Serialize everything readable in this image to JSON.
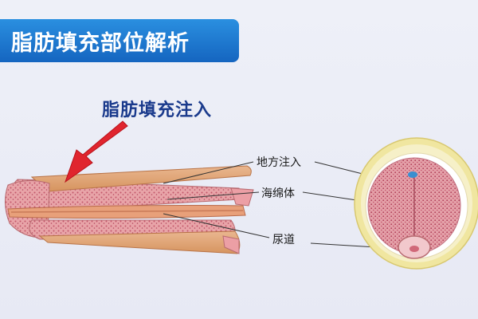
{
  "title": "脂肪填充部位解析",
  "subtitle": "脂肪填充注入",
  "labels": {
    "injection_site": "地方注入",
    "corpus_cavernosum": "海绵体",
    "urethra": "尿道"
  },
  "colors": {
    "title_bg": "#1f7ad6",
    "arrow": "#e0252e",
    "tissue": "#d9a07a",
    "fat_layer": "#f3e58a",
    "spongy": "#c85a6a"
  },
  "icons": {
    "pointer": "red-arrow-icon"
  }
}
